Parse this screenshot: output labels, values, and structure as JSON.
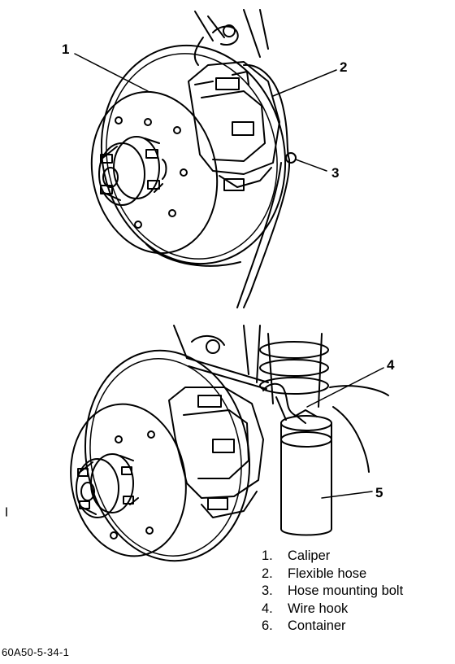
{
  "callouts": {
    "c1": "1",
    "c2": "2",
    "c3": "3",
    "c4": "4",
    "c5": "5"
  },
  "legend": [
    {
      "num": "1.",
      "label": "Caliper"
    },
    {
      "num": "2.",
      "label": "Flexible hose"
    },
    {
      "num": "3.",
      "label": "Hose mounting bolt"
    },
    {
      "num": "4.",
      "label": "Wire hook"
    },
    {
      "num": "6.",
      "label": "Container"
    }
  ],
  "figure_code": "60A50-5-34-1",
  "colors": {
    "ink": "#000000",
    "paper": "#ffffff"
  }
}
